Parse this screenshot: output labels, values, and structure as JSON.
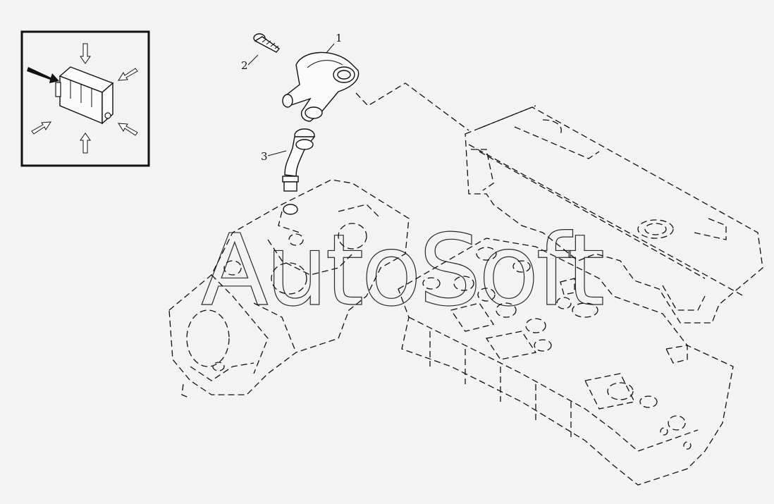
{
  "callouts": {
    "part_1": "1",
    "part_2": "2",
    "part_3": "3"
  },
  "watermark": "AutoSoft",
  "colors": {
    "background": "#f3f3f3",
    "ink": "#111111"
  },
  "icons": {
    "inset_arrows": "arrow-icon",
    "location_arrow": "bold-arrow-icon"
  }
}
